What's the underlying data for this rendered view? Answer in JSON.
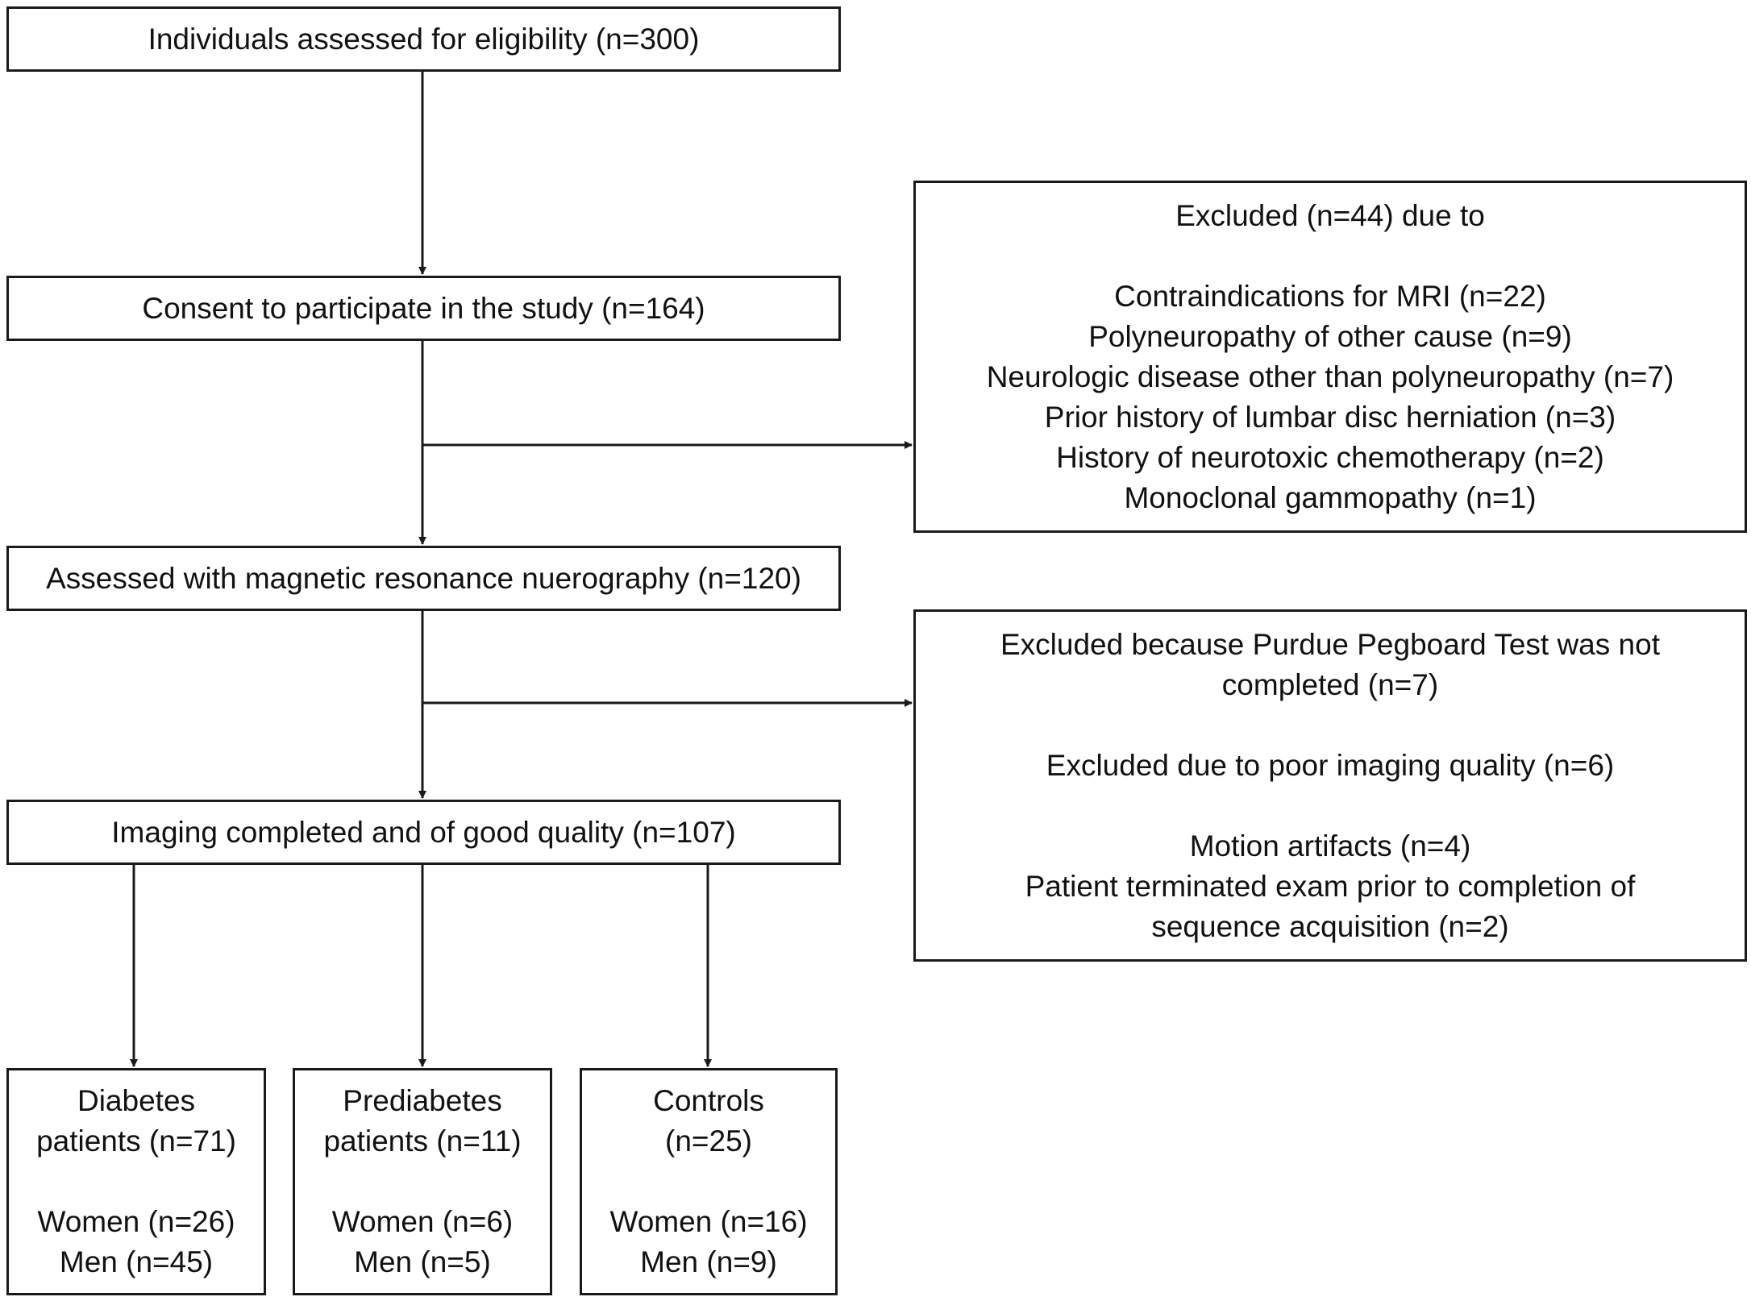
{
  "flow": {
    "eligibility": "Individuals assessed for eligibility (n=300)",
    "consent": "Consent to participate in the study (n=164)",
    "assessed": "Assessed with magnetic resonance nuerography (n=120)",
    "imaging": "Imaging completed and of good quality (n=107)"
  },
  "exclusion1": {
    "title": "Excluded (n=44) due to",
    "reasons": [
      "Contraindications for MRI (n=22)",
      "Polyneuropathy of other cause (n=9)",
      "Neurologic disease other than polyneuropathy (n=7)",
      "Prior history of lumbar disc herniation (n=3)",
      "History of neurotoxic chemotherapy (n=2)",
      "Monoclonal gammopathy (n=1)"
    ]
  },
  "exclusion2": {
    "pegboard": [
      "Excluded because Purdue Pegboard Test was not",
      "completed (n=7)"
    ],
    "imaging_quality": "Excluded due to poor imaging quality (n=6)",
    "reasons": [
      "Motion artifacts (n=4)",
      "Patient terminated exam prior to completion of",
      "sequence acquisition (n=2)"
    ]
  },
  "groups": [
    {
      "name_lines": [
        "Diabetes",
        "patients (n=71)"
      ],
      "women": "Women (n=26)",
      "men": "Men (n=45)"
    },
    {
      "name_lines": [
        "Prediabetes",
        "patients (n=11)"
      ],
      "women": "Women (n=6)",
      "men": "Men (n=5)"
    },
    {
      "name_lines": [
        "Controls",
        "(n=25)"
      ],
      "women": "Women (n=16)",
      "men": "Men (n=9)"
    }
  ],
  "colors": {
    "line": "#1a1a1a",
    "background": "#ffffff",
    "text": "#111111"
  }
}
